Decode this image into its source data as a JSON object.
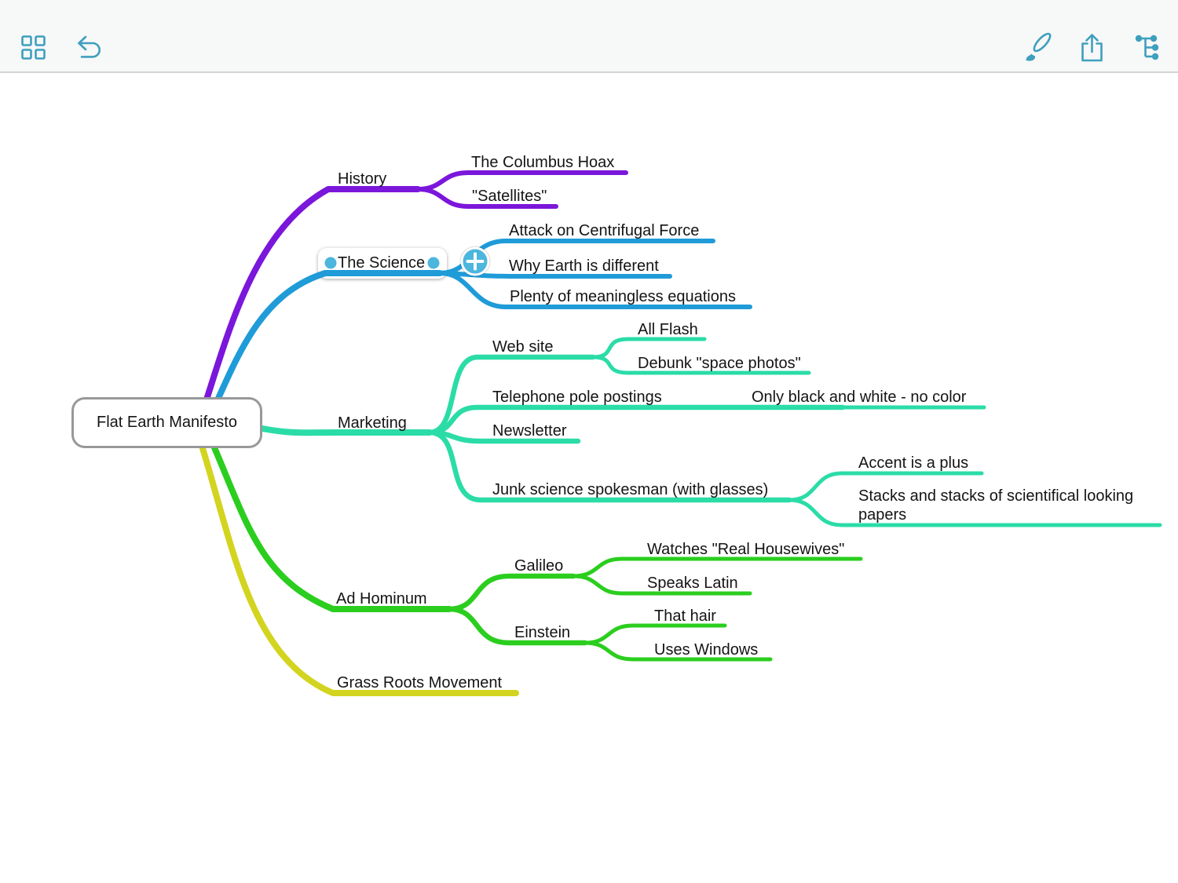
{
  "toolbar": {
    "icon_color": "#3e9fbe",
    "left_icons": [
      {
        "name": "grid"
      },
      {
        "name": "undo"
      }
    ],
    "right_icons": [
      {
        "name": "paintbrush"
      },
      {
        "name": "share"
      },
      {
        "name": "hierarchy"
      }
    ]
  },
  "ui": {
    "selection_color": "#4cb6dd",
    "canvas_background": "#ffffff",
    "toolbar_background": "#f7f8f8",
    "root_border_color": "#97989a"
  },
  "mindmap": {
    "root": {
      "label": "Flat Earth Manifesto"
    },
    "branches": [
      {
        "label": "History",
        "color": "#7b16db",
        "children": [
          {
            "label": "The Columbus Hoax"
          },
          {
            "label": "\"Satellites\""
          }
        ]
      },
      {
        "label": "The Science",
        "color": "#1f9bd8",
        "selected": true,
        "children": [
          {
            "label": "Attack on Centrifugal Force"
          },
          {
            "label": "Why Earth is different"
          },
          {
            "label": "Plenty of meaningless equations"
          }
        ]
      },
      {
        "label": "Marketing",
        "color": "#2bdca7",
        "children": [
          {
            "label": "Web site",
            "children": [
              {
                "label": "All Flash"
              },
              {
                "label": "Debunk \"space photos\""
              }
            ]
          },
          {
            "label": "Telephone pole postings",
            "children": [
              {
                "label": "Only black and white - no color"
              }
            ]
          },
          {
            "label": "Newsletter"
          },
          {
            "label": "Junk science spokesman (with glasses)",
            "children": [
              {
                "label": "Accent is a plus"
              },
              {
                "label": "Stacks and stacks of scientifical looking papers"
              }
            ]
          }
        ]
      },
      {
        "label": "Ad Hominum",
        "color": "#2bce1e",
        "children": [
          {
            "label": "Galileo",
            "children": [
              {
                "label": "Watches \"Real Housewives\""
              },
              {
                "label": "Speaks Latin"
              }
            ]
          },
          {
            "label": "Einstein",
            "children": [
              {
                "label": "That hair"
              },
              {
                "label": "Uses Windows"
              }
            ]
          }
        ]
      },
      {
        "label": "Grass Roots Movement",
        "color": "#d3d41f"
      }
    ]
  }
}
